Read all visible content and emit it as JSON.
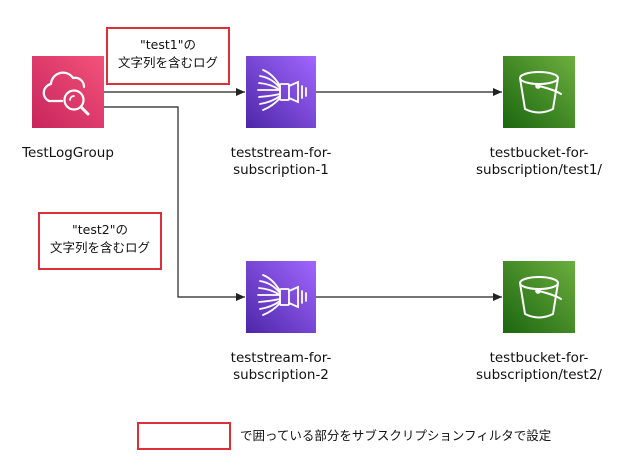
{
  "source": {
    "label": "TestLogGroup",
    "icon": "cloudwatch-logs-icon"
  },
  "streams": [
    {
      "line1": "teststream-for-",
      "line2": "subscription-1",
      "icon": "kinesis-firehose-icon"
    },
    {
      "line1": "teststream-for-",
      "line2": "subscription-2",
      "icon": "kinesis-firehose-icon"
    }
  ],
  "buckets": [
    {
      "line1": "testbucket-for-",
      "line2": "subscription/test1/",
      "icon": "s3-bucket-icon"
    },
    {
      "line1": "testbucket-for-",
      "line2": "subscription/test2/",
      "icon": "s3-bucket-icon"
    }
  ],
  "filters": [
    {
      "line1": "\"test1\"の",
      "line2": "文字列を含むログ"
    },
    {
      "line1": "\"test2\"の",
      "line2": "文字列を含むログ"
    }
  ],
  "legend": {
    "text": "で囲っている部分をサブスクリプションフィルタで設定"
  },
  "colors": {
    "logs_gradient_start": "#c8245d",
    "logs_gradient_end": "#f2537a",
    "firehose_gradient_start": "#4d27a8",
    "firehose_gradient_end": "#a166ff",
    "s3_gradient_start": "#1b660f",
    "s3_gradient_end": "#6cae3e",
    "filter_border": "#d9303a"
  }
}
